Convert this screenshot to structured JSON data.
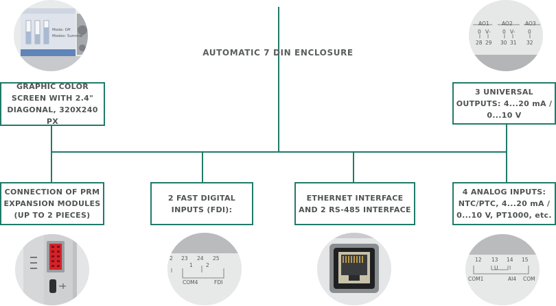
{
  "title": "AUTOMATIC 7 DIN ENCLOSURE",
  "boxes": {
    "screen": "GRAPHIC COLOR\nSCREEN WITH 2.4\"\nDIAGONAL, 320X240 PX",
    "outputs": "3 UNIVERSAL\nOUTPUTS: 4...20 mA /\n0...10 V",
    "prm": "CONNECTION OF PRM\nEXPANSION MODULES\n(UP TO 2 PIECES)",
    "fdi": "2 FAST DIGITAL\nINPUTS (FDI):",
    "ethernet": "ETHERNET INTERFACE\nAND 2 RS-485 INTERFACE",
    "analog": "4 ANALOG INPUTS:\nNTC/PTC, 4...20 mA /\n0...10 V, PT1000, etc."
  },
  "photos": {
    "screen": {
      "labels": [
        "Mode: Off",
        "Modeo: Summer"
      ]
    },
    "outputs": {
      "groups": [
        "AO1",
        "AO2",
        "AO3"
      ],
      "signals": [
        "0",
        "V-",
        "0",
        "V-",
        "0"
      ],
      "terminals": [
        "28",
        "29",
        "30",
        "31",
        "32"
      ]
    },
    "fdi": {
      "terminals": [
        "2",
        "23",
        "24",
        "25"
      ],
      "sub": [
        "1",
        "2"
      ],
      "labels": [
        "COM4",
        "FDI"
      ]
    },
    "analog": {
      "terminals": [
        "12",
        "13",
        "14",
        "15"
      ],
      "sub": [
        "U",
        "I"
      ],
      "labels": [
        "COM1",
        "AI4",
        "COM"
      ]
    }
  },
  "colors": {
    "line": "#1f7a68",
    "text": "#4f5353"
  }
}
